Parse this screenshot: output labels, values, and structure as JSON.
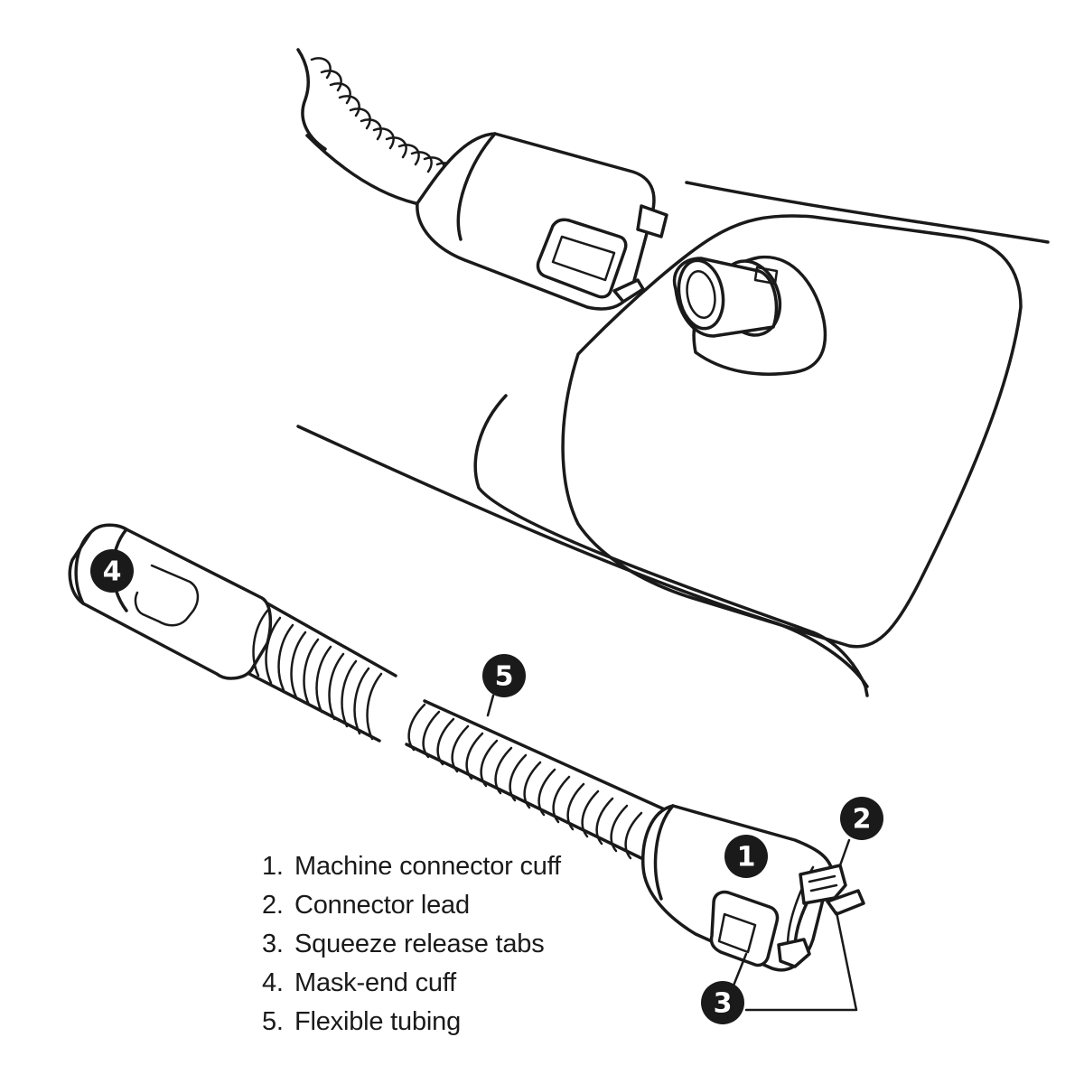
{
  "callouts": {
    "c1": "1",
    "c2": "2",
    "c3": "3",
    "c4": "4",
    "c5": "5"
  },
  "legend": [
    {
      "num": "1.",
      "label": "Machine connector cuff"
    },
    {
      "num": "2.",
      "label": "Connector lead"
    },
    {
      "num": "3.",
      "label": "Squeeze release tabs"
    },
    {
      "num": "4.",
      "label": "Mask-end cuff"
    },
    {
      "num": "5.",
      "label": "Flexible tubing"
    }
  ],
  "colors": {
    "line": "#1a1a1a",
    "background": "#ffffff",
    "callout_fill": "#1a1a1a",
    "callout_text": "#ffffff"
  },
  "icons": {
    "tubing": "corrugated-hose-illustration",
    "machine": "cpap-machine-outline-illustration"
  }
}
